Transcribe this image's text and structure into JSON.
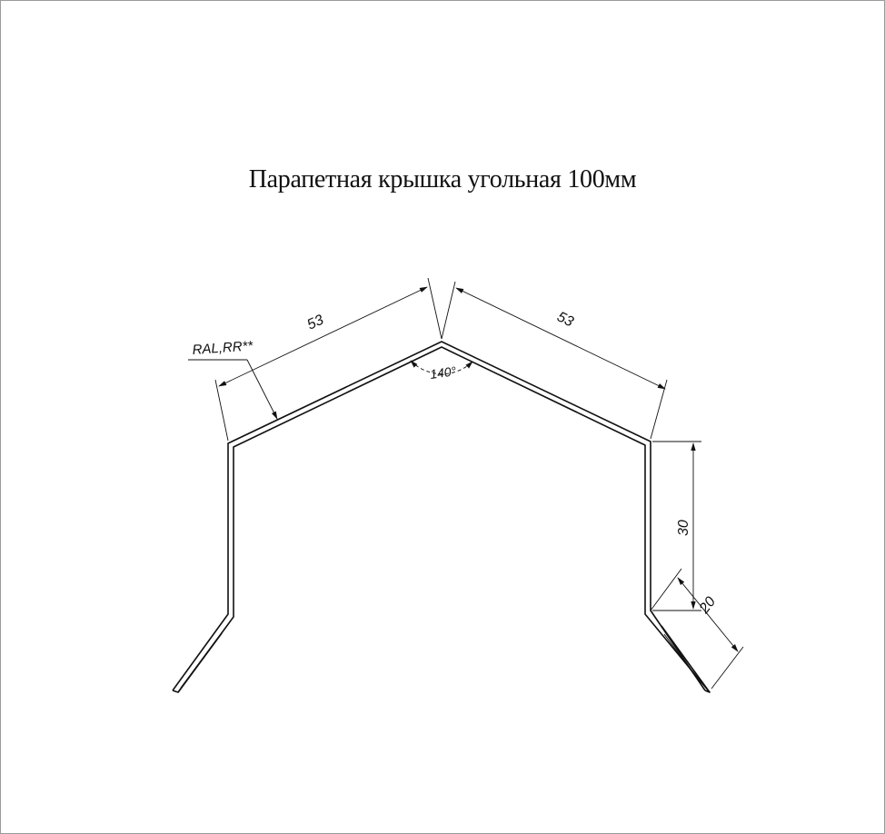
{
  "title": "Парапетная крышка угольная 100мм",
  "labels": {
    "coating": "RAL,RR**",
    "dim_left_slope": "53",
    "dim_right_slope": "53",
    "angle": "140°",
    "dim_vertical": "30",
    "dim_bend": "20"
  },
  "colors": {
    "line": "#111111",
    "frame": "#9a9a9a"
  }
}
